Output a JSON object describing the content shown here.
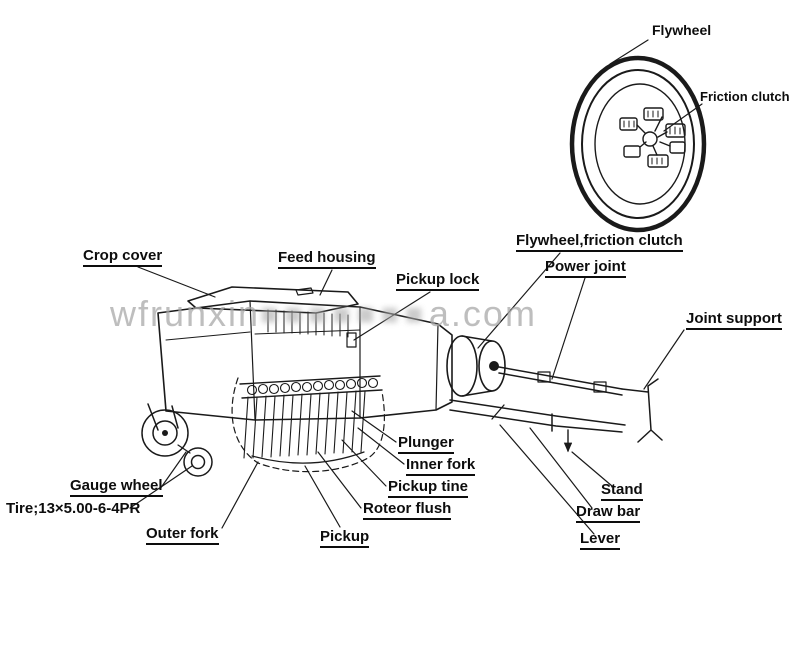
{
  "figure": {
    "background": "#ffffff",
    "line_color": "#1a1a1a",
    "description": "Labeled parts diagram of a square hay baler with flywheel detail view"
  },
  "watermark": {
    "visible_start": "wfrunxin",
    "obscured": "■■■■■■■",
    "visible_end": "a.com"
  },
  "detail_labels": {
    "flywheel": "Flywheel",
    "friction_clutch": "Friction clutch"
  },
  "labels": {
    "crop_cover": "Crop cover",
    "feed_housing": "Feed housing",
    "pickup_lock": "Pickup lock",
    "flywheel_friction_clutch": "Flywheel,friction clutch",
    "power_joint": "Power joint",
    "joint_support": "Joint support",
    "plunger": "Plunger",
    "inner_fork": "Inner fork",
    "pickup_tine": "Pickup tine",
    "roteor_flush": "Roteor flush",
    "pickup": "Pickup",
    "outer_fork": "Outer fork",
    "gauge_wheel": "Gauge wheel",
    "tire_spec": "Tire;13×5.00-6-4PR",
    "stand": "Stand",
    "draw_bar": "Draw bar",
    "lever": "Lever"
  }
}
